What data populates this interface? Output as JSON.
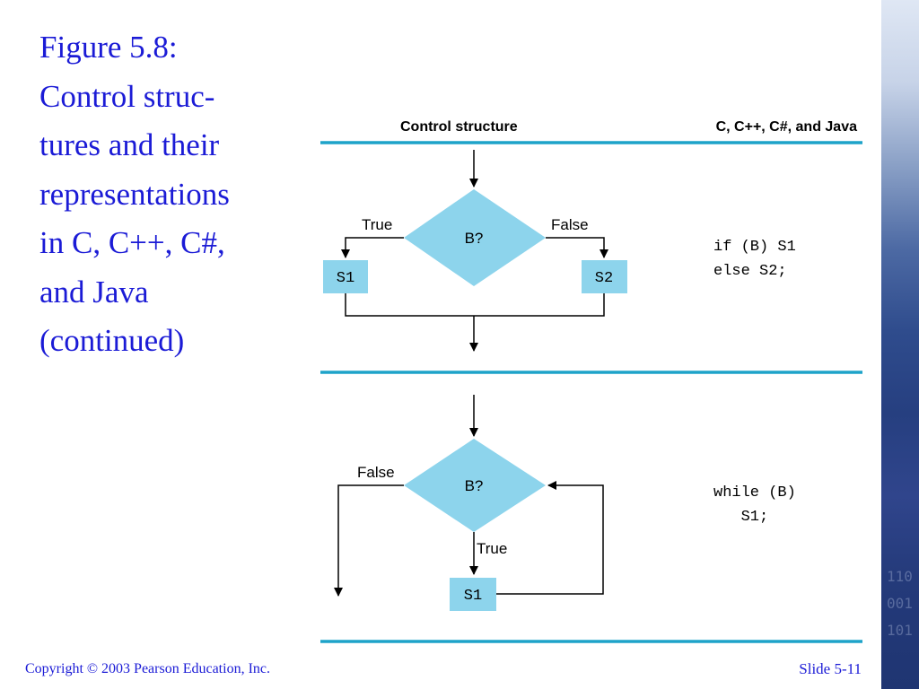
{
  "slide": {
    "title": "Figure 5.8:\nControl struc-\ntures and their\nrepresentations\nin C, C++, C#,\nand Java\n(continued)",
    "copyright": "Copyright © 2003 Pearson Education, Inc.",
    "slide_number": "Slide 5-11",
    "side_strip_digits": "110001101"
  },
  "figure": {
    "header_left": "Control structure",
    "header_right": "C, C++, C#, and Java",
    "if_else": {
      "condition": "B?",
      "true_label": "True",
      "false_label": "False",
      "true_box": "S1",
      "false_box": "S2",
      "code_line1": "if (B) S1",
      "code_line2": "else S2;"
    },
    "while": {
      "condition": "B?",
      "false_label": "False",
      "true_label": "True",
      "body_box": "S1",
      "code_line1": "while (B)",
      "code_line2": "   S1;"
    }
  },
  "colors": {
    "title_text": "#1b1bd6",
    "rule": "#1ea3c9",
    "shape_fill": "#8dd4ec"
  }
}
